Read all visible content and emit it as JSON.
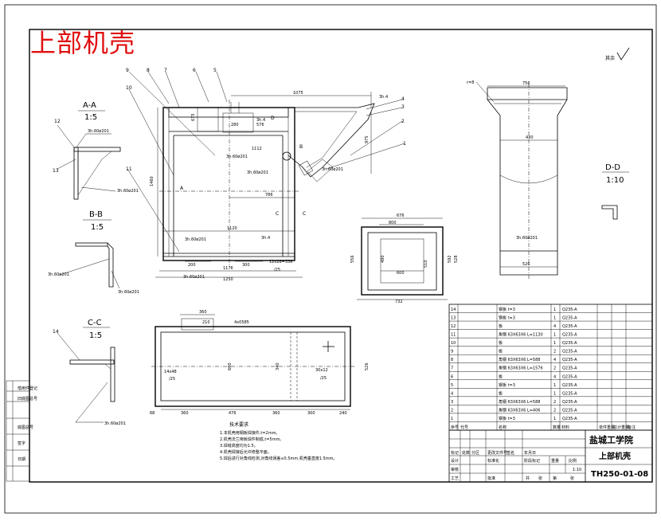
{
  "drawing": {
    "stamp_title": "上部机壳",
    "roughness": "其余",
    "school": "盐城工学院",
    "part_name": "上部机壳",
    "drawing_no": "TH250-01-08",
    "scale": "1:10"
  },
  "sections": {
    "aa": {
      "name": "A-A",
      "scale": "1:5",
      "num_a": "12",
      "num_b": "13",
      "weld1": "3h.60ø201",
      "weld2": "3h.60ø201"
    },
    "bb": {
      "name": "B-B",
      "scale": "1:5",
      "weld1": "3h.60ø201",
      "weld2": "3h.60ø201"
    },
    "cc": {
      "name": "C-C",
      "scale": "1:5",
      "num": "14",
      "weld": "3h.60ø201"
    },
    "dd": {
      "name": "D-D",
      "scale": "1:10",
      "dim_top": "756",
      "dim_mid": "430",
      "dim_bot": "526",
      "weld": "3h.60ø201",
      "callout": "r=8"
    }
  },
  "front": {
    "dims": {
      "top": "1075",
      "w786": "786",
      "w1120": "1120",
      "w1176": "1176",
      "w1250": "1250",
      "h1460": "1460",
      "w200": "200",
      "w300": "300",
      "h675": "675",
      "h975": "975",
      "w1112": "1112",
      "d280": "280",
      "d576": "576"
    },
    "callouts": [
      "1",
      "2",
      "3",
      "4",
      "5",
      "6",
      "7",
      "8",
      "9",
      "10",
      "11"
    ],
    "welds": {
      "w1": "3h.4",
      "w2": "3h.4",
      "w3": "3h.60ø201",
      "w4": "3h.60ø201",
      "w5": "3h.60ø201",
      "w6": "3h.60ø201",
      "w7": "3h.60ø201",
      "w8": "3h.4"
    },
    "markers": {
      "a": "A",
      "b": "B",
      "c": "C",
      "d": "D"
    },
    "weld_note": "12x28=336",
    "ratio": "/25"
  },
  "flange": {
    "w676": "676",
    "w800": "800",
    "w600": "600",
    "w732": "732",
    "h556": "556",
    "h528": "528",
    "h592": "592",
    "h480": "480",
    "h510": "510"
  },
  "bottom_view": {
    "w360a": "360",
    "w360b": "360",
    "w476": "476",
    "w300": "300",
    "w240": "240",
    "w68": "68",
    "w210": "210",
    "h526": "526",
    "h600": "600",
    "h340": "340",
    "note1": "14x48",
    "note2": "4x0585",
    "note3": "30x12",
    "ratio1": "/25",
    "ratio2": "/25"
  },
  "notes": {
    "title": "技术要求",
    "items": [
      "1.本机壳用钢板焊接件,t=2mm。",
      "2.机壳法兰用板焊件制成,t=5mm。",
      "3.焊缝高度均为1.5。",
      "4.机壳焊接后允许修整平面。",
      "5.焊后进行对角线检测,对角线误差≤0.5mm,机壳垂直度1.5mm。"
    ]
  },
  "bom": {
    "header": [
      "序号",
      "代号",
      "名称",
      "数量",
      "材料",
      "单件重量",
      "总计重量",
      "备注"
    ],
    "rows": [
      {
        "no": "14",
        "name": "钢板 t=3",
        "qty": "1",
        "mat": "Q235-A"
      },
      {
        "no": "13",
        "name": "钢板 t=3",
        "qty": "1",
        "mat": "Q235-A"
      },
      {
        "no": "12",
        "name": "板",
        "qty": "4",
        "mat": "Q235-A"
      },
      {
        "no": "11",
        "name": "角钢 63X63X6 L=1130",
        "qty": "1",
        "mat": "Q235-A"
      },
      {
        "no": "10",
        "name": "板",
        "qty": "1",
        "mat": "Q235-A"
      },
      {
        "no": "9",
        "name": "板",
        "qty": "2",
        "mat": "Q235-A"
      },
      {
        "no": "8",
        "name": "角钢 63X63X6 L=588",
        "qty": "4",
        "mat": "Q235-A"
      },
      {
        "no": "7",
        "name": "角钢 63X63X6 L=1576",
        "qty": "2",
        "mat": "Q235-A"
      },
      {
        "no": "6",
        "name": "板",
        "qty": "4",
        "mat": "Q235-A"
      },
      {
        "no": "5",
        "name": "钢板 t=3",
        "qty": "1",
        "mat": "Q235-A"
      },
      {
        "no": "4",
        "name": "板",
        "qty": "1",
        "mat": "Q235-A"
      },
      {
        "no": "3",
        "name": "角钢 63X63X6 L=588",
        "qty": "2",
        "mat": "Q235-A"
      },
      {
        "no": "2",
        "name": "角钢 63X63X6 L=406",
        "qty": "2",
        "mat": "Q235-A"
      },
      {
        "no": "1",
        "name": "钢板 t=3",
        "qty": "1",
        "mat": "Q235-A"
      }
    ]
  },
  "title_block": {
    "r1": [
      "标记",
      "处数",
      "分区",
      "更改文件号",
      "签名",
      "年月日"
    ],
    "r2": [
      "设计",
      "标准化",
      "阶段标记",
      "重量",
      "比例"
    ],
    "r3": [
      "审核"
    ],
    "r4": [
      "工艺",
      "批准",
      "共",
      "张",
      "第",
      "张"
    ]
  },
  "left_strip": [
    "借用件登记",
    "旧底图总号",
    "底图总号",
    "签字",
    "日期"
  ]
}
